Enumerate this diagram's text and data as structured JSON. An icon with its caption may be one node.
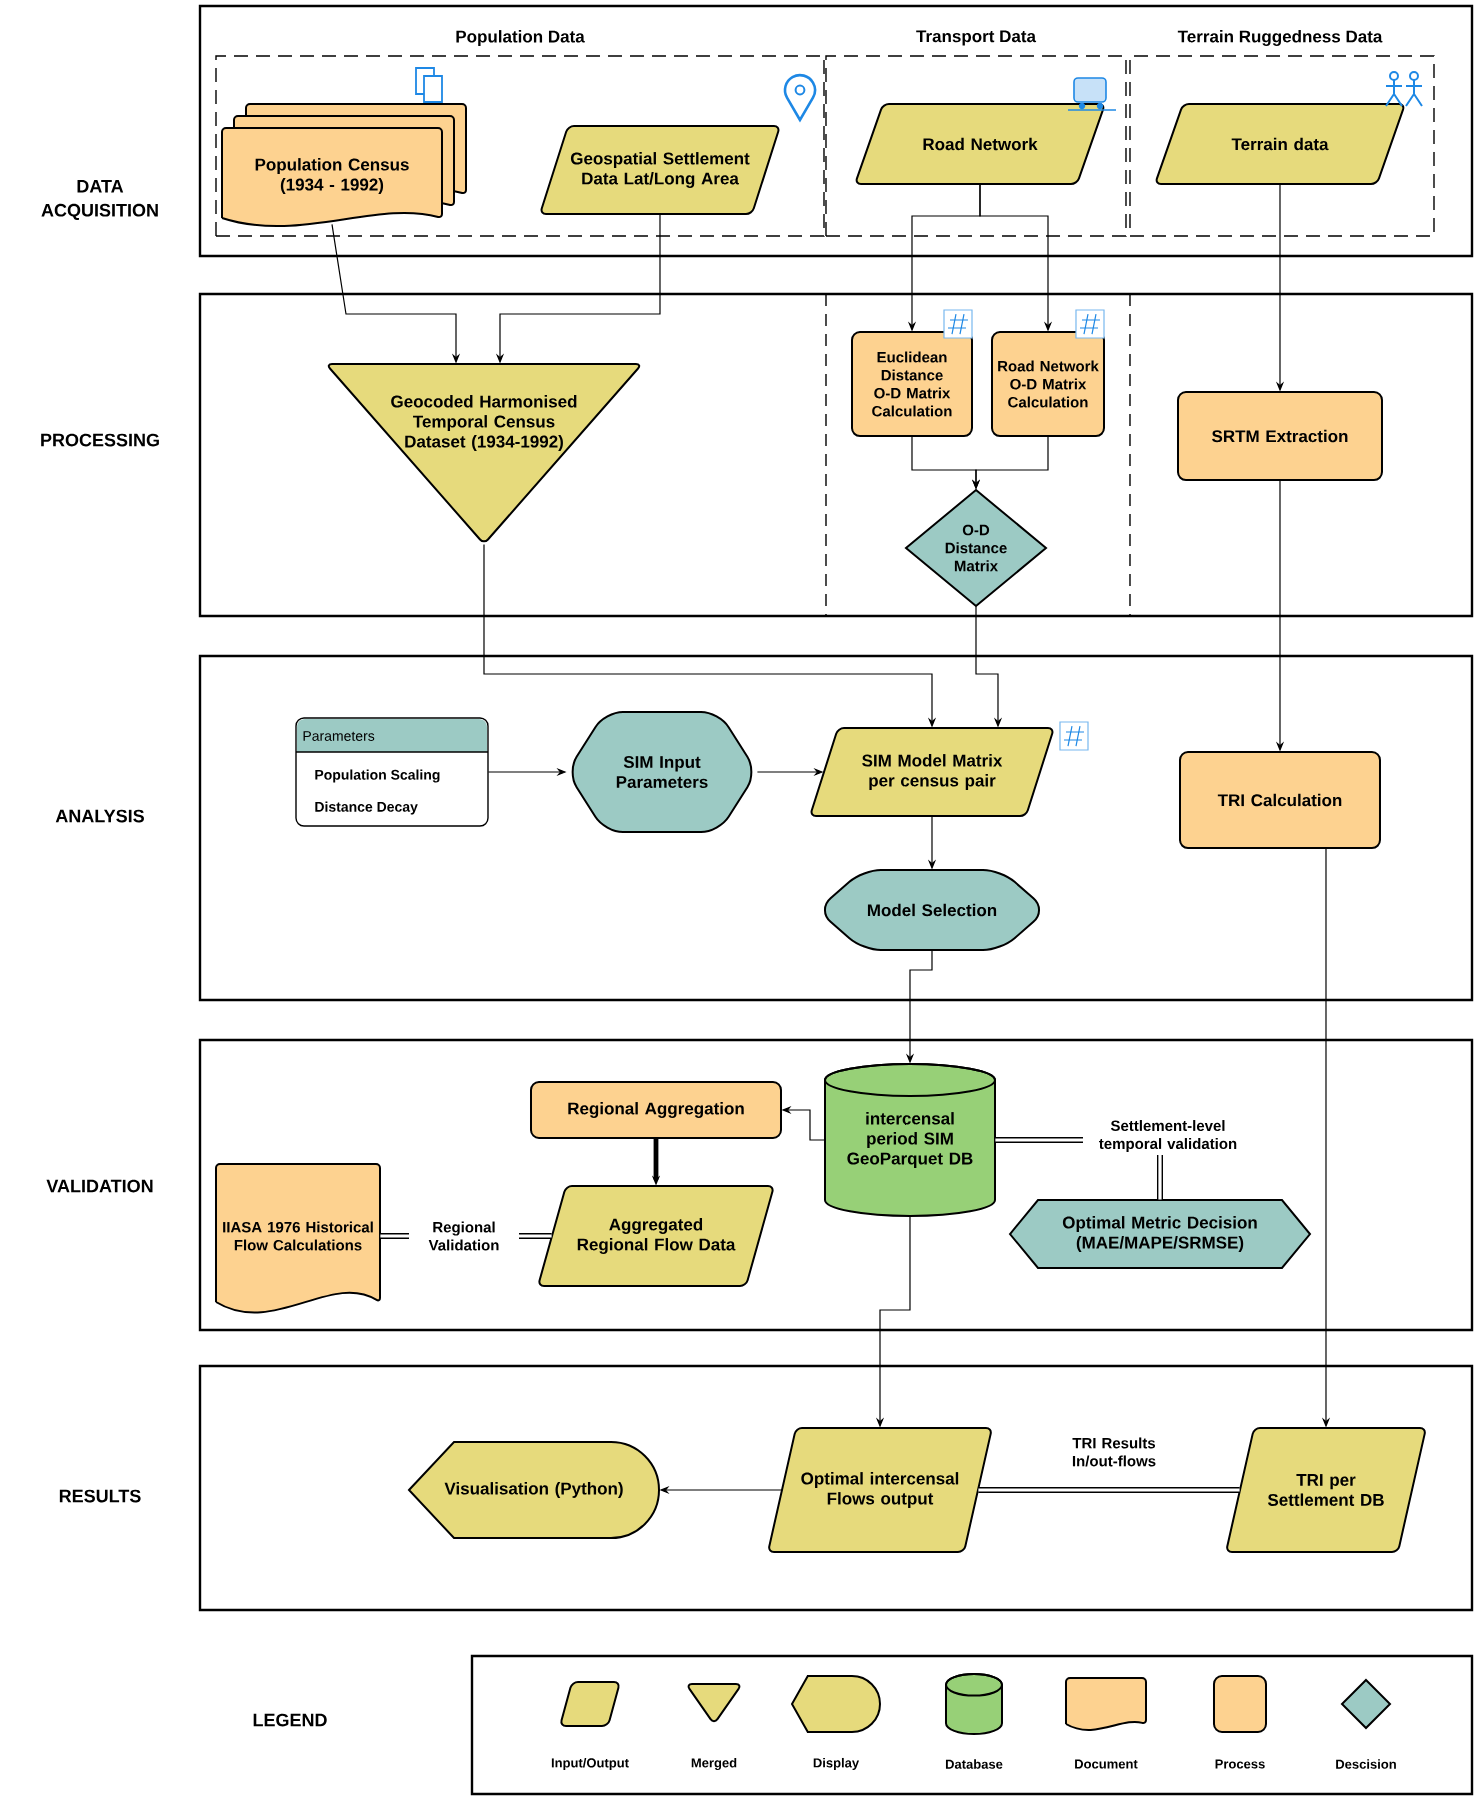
{
  "diagram": {
    "nodes": [
      {
        "text": [
          "DATA ACQUISITION"
        ]
      },
      {
        "text": [
          "Population Data"
        ],
        "in": 0
      },
      {
        "text": [
          "Population Census (1934 - 1992)"
        ],
        "in": 1
      },
      {
        "text": [
          "Geospatial Settlement Data Lat/Long Area"
        ],
        "in": 1
      },
      {
        "text": [
          "Transport Data"
        ],
        "in": 0
      },
      {
        "text": [
          "Road Network"
        ],
        "in": 4
      },
      {
        "text": [
          "Terrain Ruggedness Data"
        ],
        "in": 0
      },
      {
        "text": [
          "Terrain data"
        ],
        "in": 6
      },
      {
        "text": [
          "PROCESSING"
        ]
      },
      {
        "text": [
          "Geocoded Harmonised Temporal Census Dataset (1934-1992)"
        ],
        "in": 8
      },
      {
        "text": [
          "Euclidean Distance O-D Matrix Calculation"
        ],
        "in": 8
      },
      {
        "text": [
          "Road Network O-D Matrix Calculation"
        ],
        "in": 8
      },
      {
        "text": [
          "O-D Distance Matrix"
        ],
        "in": 8
      },
      {
        "text": [
          "SRTM Extraction"
        ],
        "in": 8
      },
      {
        "text": [
          "ANALYSIS"
        ]
      },
      {
        "text": [
          "Parameters",
          "Population Scaling",
          "Distance Decay"
        ],
        "in": 14
      },
      {
        "text": [
          "SIM Input Parameters"
        ],
        "in": 14
      },
      {
        "text": [
          "SIM Model Matrix per census pair"
        ],
        "in": 14
      },
      {
        "text": [
          "Model Selection"
        ],
        "in": 14
      },
      {
        "text": [
          "TRI Calculation"
        ],
        "in": 14
      },
      {
        "text": [
          "VALIDATION"
        ]
      },
      {
        "text": [
          "Regional Aggregation"
        ],
        "in": 20
      },
      {
        "text": [
          "intercensal period SIM GeoParquet DB"
        ],
        "in": 20
      },
      {
        "text": [
          "IIASA 1976 Historical Flow Calculations"
        ],
        "in": 20
      },
      {
        "text": [
          "Aggregated Regional Flow Data"
        ],
        "in": 20
      },
      {
        "text": [
          "Optimal Metric Decision (MAE/MAPE/SRMSE)"
        ],
        "in": 20
      },
      {
        "text": [
          "RESULTS"
        ]
      },
      {
        "text": [
          "Visualisation (Python)"
        ],
        "in": 26
      },
      {
        "text": [
          "Optimal intercensal Flows output"
        ],
        "in": 26
      },
      {
        "text": [
          "TRI per Settlement DB"
        ],
        "in": 26
      }
    ],
    "edges": [
      {
        "from": 2,
        "to": 9,
        "arrow": "to"
      },
      {
        "from": 3,
        "to": 9,
        "arrow": "to"
      },
      {
        "from": 5,
        "to": 10,
        "arrow": "to"
      },
      {
        "from": 5,
        "to": 11,
        "arrow": "to"
      },
      {
        "from": 7,
        "to": 13,
        "arrow": "to"
      },
      {
        "from": 10,
        "to": 12,
        "arrow": "to"
      },
      {
        "from": 11,
        "to": 12,
        "arrow": "to"
      },
      {
        "from": 9,
        "to": 17,
        "arrow": "to"
      },
      {
        "from": 12,
        "to": 17,
        "arrow": "to"
      },
      {
        "from": 13,
        "to": 19,
        "arrow": "to"
      },
      {
        "from": 15,
        "to": 16,
        "arrow": "to"
      },
      {
        "from": 16,
        "to": 17,
        "arrow": "to"
      },
      {
        "from": 17,
        "to": 18,
        "arrow": "to"
      },
      {
        "from": 18,
        "to": 22,
        "arrow": "to"
      },
      {
        "from": 22,
        "to": 21,
        "arrow": "to"
      },
      {
        "from": 21,
        "to": 24,
        "arrow": "to",
        "style": "thick"
      },
      {
        "from": 23,
        "to": 24,
        "arrow": "none",
        "label": "Regional Validation",
        "style": "thick"
      },
      {
        "from": 22,
        "to": 25,
        "arrow": "none",
        "label": "Settlement-level temporal validation",
        "style": "thick"
      },
      {
        "from": 22,
        "to": 28,
        "arrow": "to"
      },
      {
        "from": 19,
        "to": 29,
        "arrow": "to"
      },
      {
        "from": 29,
        "to": 28,
        "arrow": "none",
        "label": "TRI Results In/out-flows",
        "style": "thick"
      },
      {
        "from": 28,
        "to": 27,
        "arrow": "to"
      }
    ],
    "labels": [
      "LEGEND"
    ],
    "legend": [
      {
        "text": "Input/Output"
      },
      {
        "text": "Merged"
      },
      {
        "text": "Display"
      },
      {
        "text": "Database"
      },
      {
        "text": "Document"
      },
      {
        "text": "Process"
      },
      {
        "text": "Descision"
      }
    ]
  }
}
